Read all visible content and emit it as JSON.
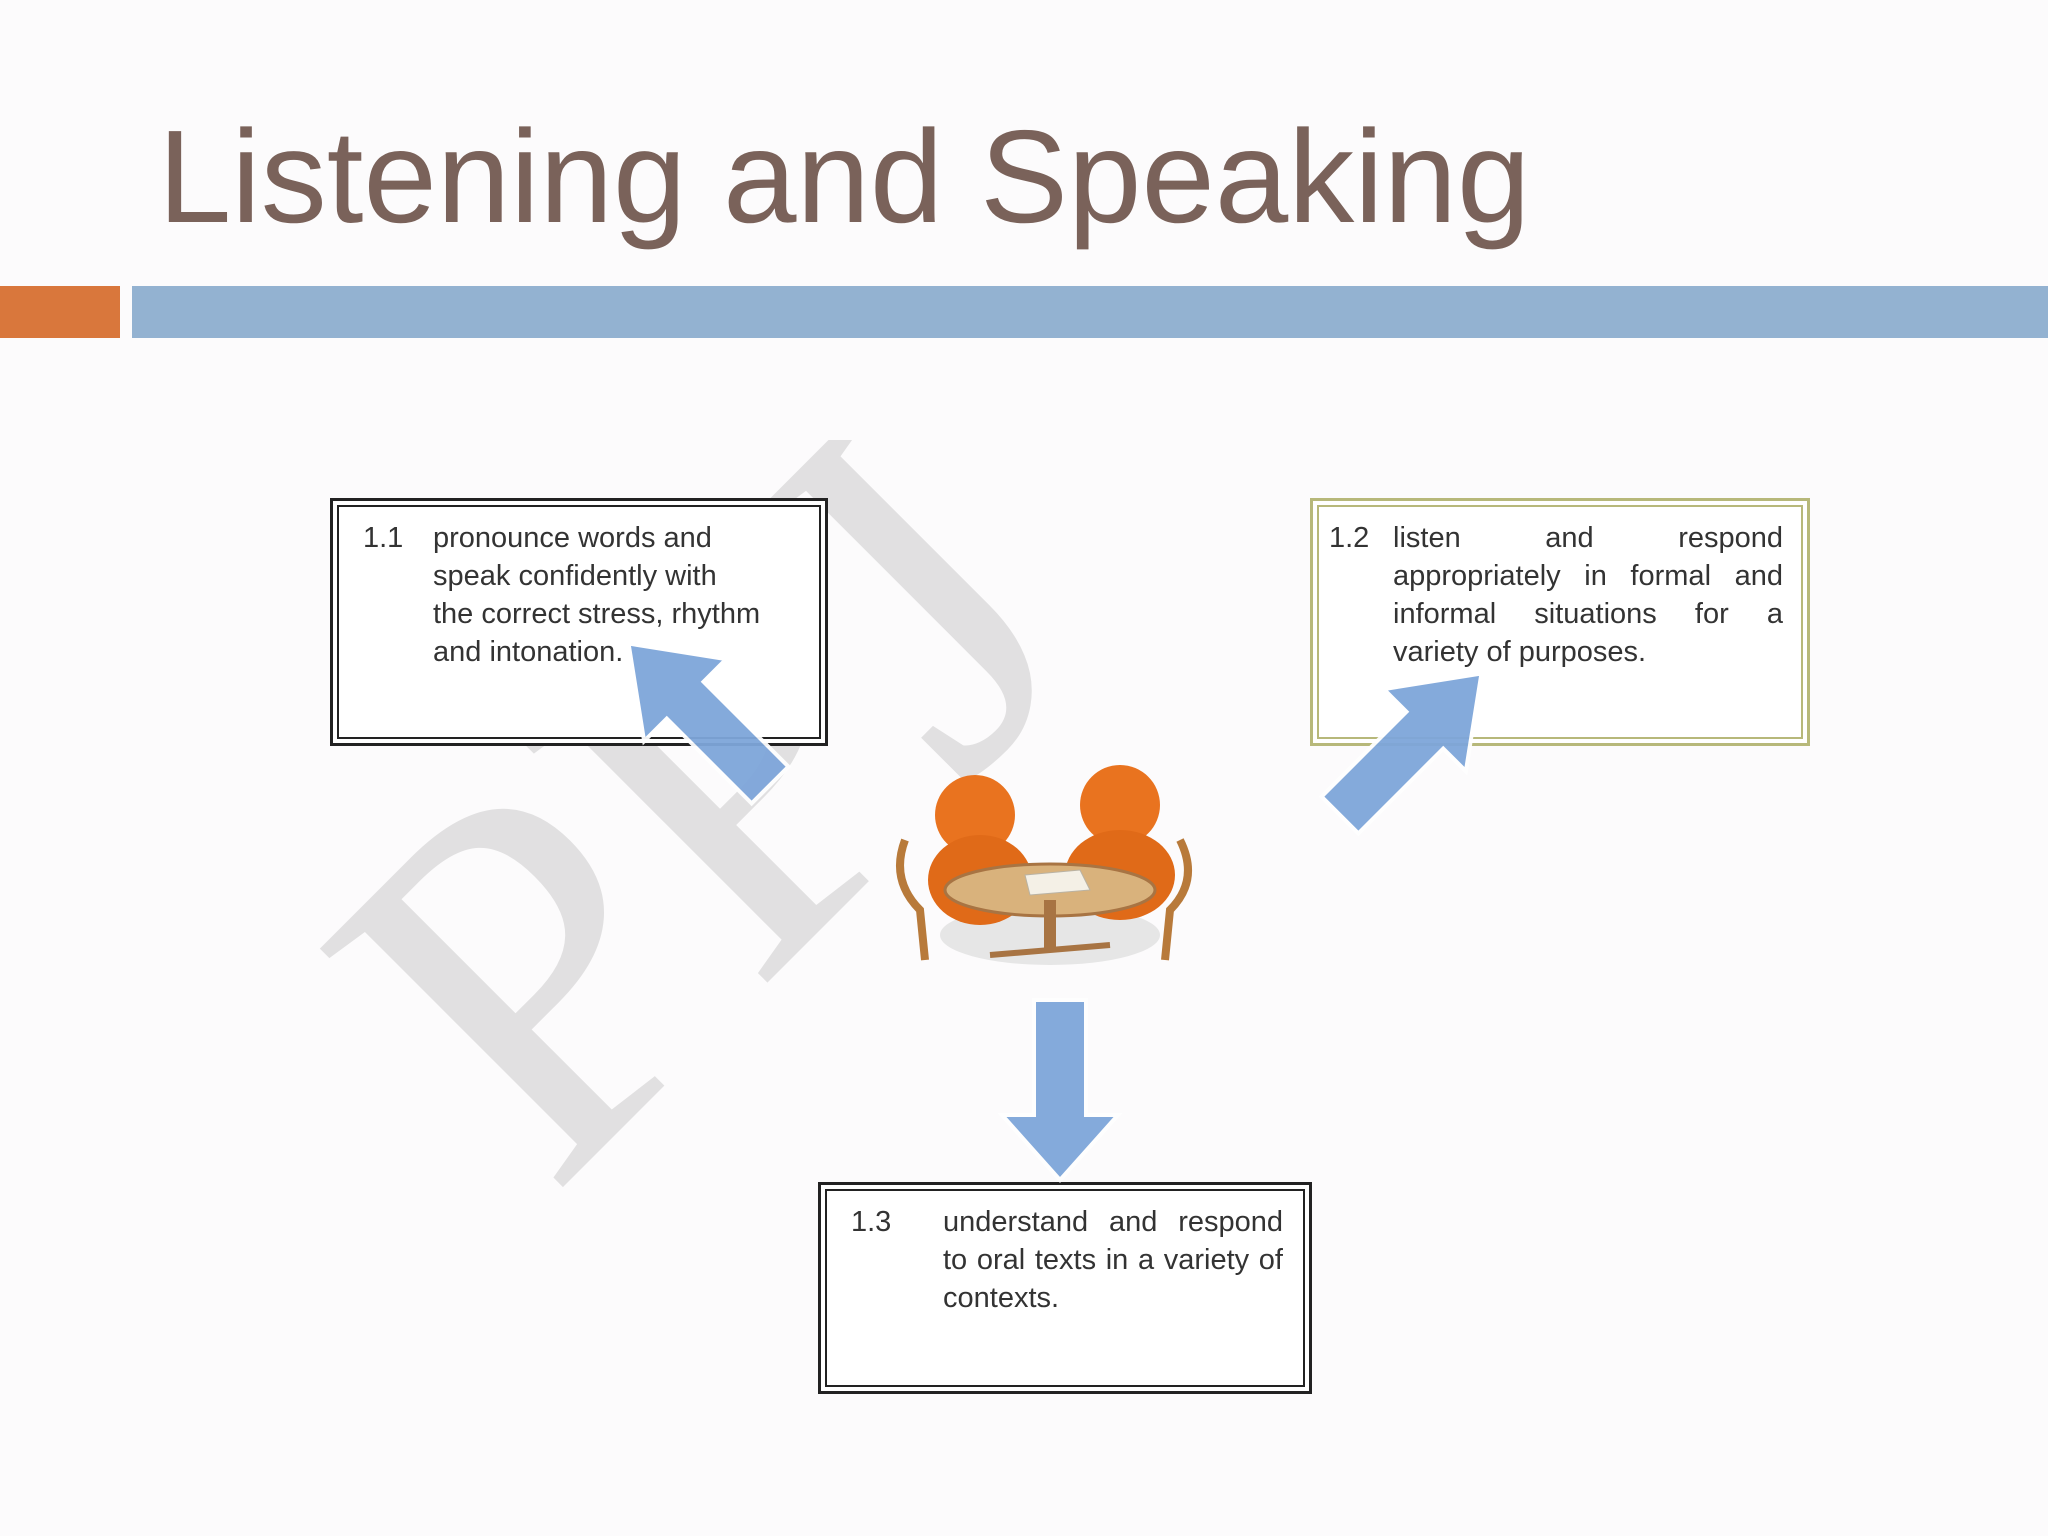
{
  "slide": {
    "title": "Listening and Speaking",
    "colors": {
      "title": "#7a625a",
      "accent_orange": "#d9773c",
      "accent_blue": "#93b2d1",
      "arrow_blue": "#7ea6da",
      "figure_orange": "#e9731f"
    }
  },
  "diagram": {
    "watermark_text": "PPJ",
    "center_icon": "two-people-at-table-icon",
    "boxes": [
      {
        "number": "1.1",
        "text": "pronounce words and speak confidently with the correct stress, rhythm and intonation."
      },
      {
        "number": "1.2",
        "text": "listen and respond appropriately in formal and informal situations for a variety of purposes."
      },
      {
        "number": "1.3",
        "text": "understand and respond to oral texts in a variety of contexts."
      }
    ]
  }
}
